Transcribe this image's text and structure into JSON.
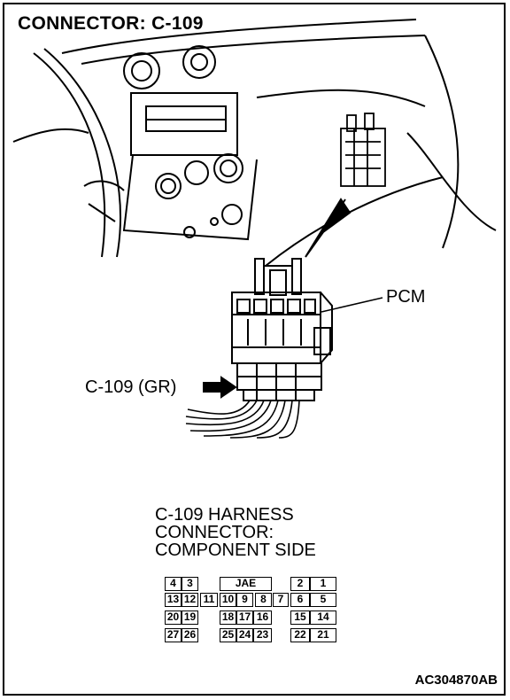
{
  "title": "CONNECTOR: C-109",
  "labels": {
    "pcm": "PCM",
    "connector": "C-109 (GR)"
  },
  "caption": {
    "line1": "C-109 HARNESS",
    "line2": "CONNECTOR:",
    "line3": "COMPONENT SIDE"
  },
  "pins": {
    "row1": [
      "4",
      "3",
      "JAE",
      "2",
      "1"
    ],
    "row2": [
      "13",
      "12",
      "11",
      "10",
      "9",
      "8",
      "7",
      "6",
      "5"
    ],
    "row3": [
      "20",
      "19",
      "18",
      "17",
      "16",
      "15",
      "14"
    ],
    "row4": [
      "27",
      "26",
      "25",
      "24",
      "23",
      "22",
      "21"
    ]
  },
  "reference": "AC304870AB"
}
